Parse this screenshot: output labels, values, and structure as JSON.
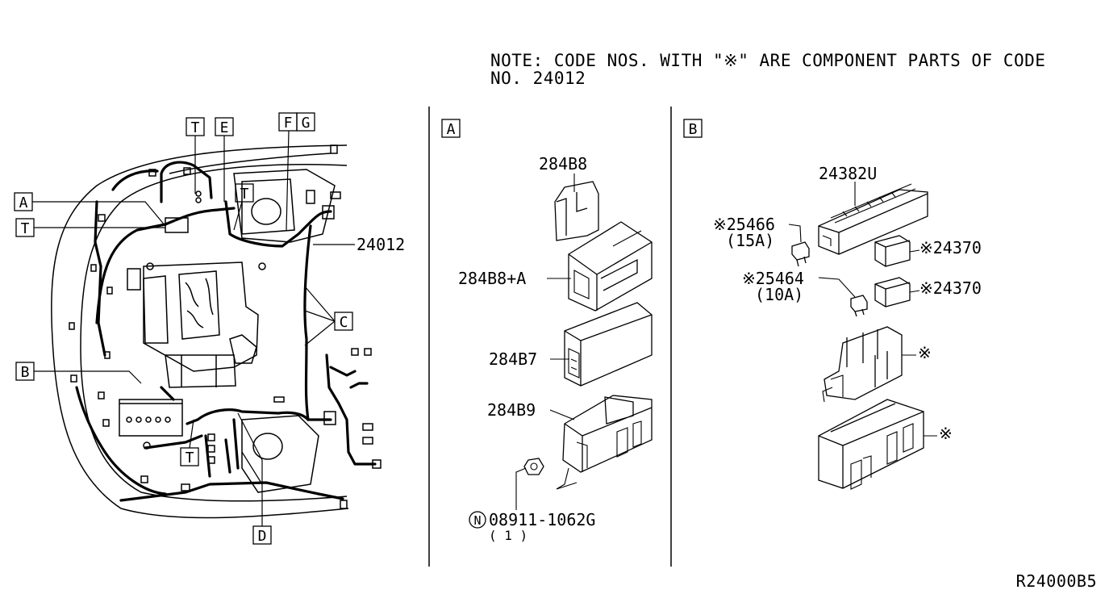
{
  "note": {
    "line1": "NOTE: CODE NOS. WITH \"※\" ARE COMPONENT PARTS OF CODE",
    "line2": "NO. 24012"
  },
  "diagram_code": "R24000B5",
  "main_view": {
    "callouts": [
      "T",
      "E",
      "F",
      "G",
      "A",
      "T",
      "T",
      "B",
      "C",
      "D",
      "T"
    ],
    "harness_part": "24012"
  },
  "panel_a": {
    "title": "A",
    "parts": [
      "284B8",
      "284B8+A",
      "284B7",
      "284B9"
    ],
    "nut_symbol": "N",
    "nut_part": "08911-1062G",
    "nut_qty": "( 1 )"
  },
  "panel_b": {
    "title": "B",
    "parts": [
      {
        "code": "24382U"
      },
      {
        "code": "※25466",
        "rating": "(15A)"
      },
      {
        "code": "※24370"
      },
      {
        "code": "※25464",
        "rating": "(10A)"
      },
      {
        "code": "※24370"
      }
    ],
    "component_marks": [
      "※",
      "※"
    ]
  }
}
